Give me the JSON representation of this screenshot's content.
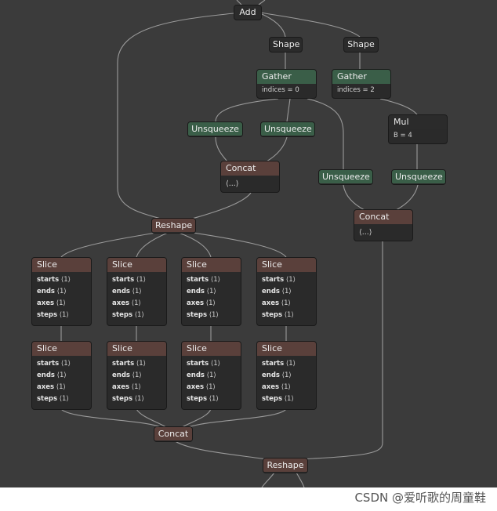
{
  "graph": {
    "add": "Add",
    "shape_left": "Shape",
    "shape_right": "Shape",
    "gather_left": {
      "title": "Gather",
      "attr": "indices = 0"
    },
    "gather_right": {
      "title": "Gather",
      "attr": "indices = 2"
    },
    "mul": {
      "title": "Mul",
      "attr": "B = 4"
    },
    "unsqueeze_1": "Unsqueeze",
    "unsqueeze_2": "Unsqueeze",
    "unsqueeze_3": "Unsqueeze",
    "unsqueeze_4": "Unsqueeze",
    "concat_left": {
      "title": "Concat",
      "attr": "⟨...⟩"
    },
    "concat_right": {
      "title": "Concat",
      "attr": "⟨...⟩"
    },
    "reshape_1": "Reshape",
    "slice_title": "Slice",
    "slice_attrs": [
      {
        "key": "starts",
        "val": "⟨1⟩"
      },
      {
        "key": "ends",
        "val": "⟨1⟩"
      },
      {
        "key": "axes",
        "val": "⟨1⟩"
      },
      {
        "key": "steps",
        "val": "⟨1⟩"
      }
    ],
    "concat_bottom": "Concat",
    "reshape_2": "Reshape"
  },
  "watermark": "CSDN @爱听歌的周童鞋"
}
